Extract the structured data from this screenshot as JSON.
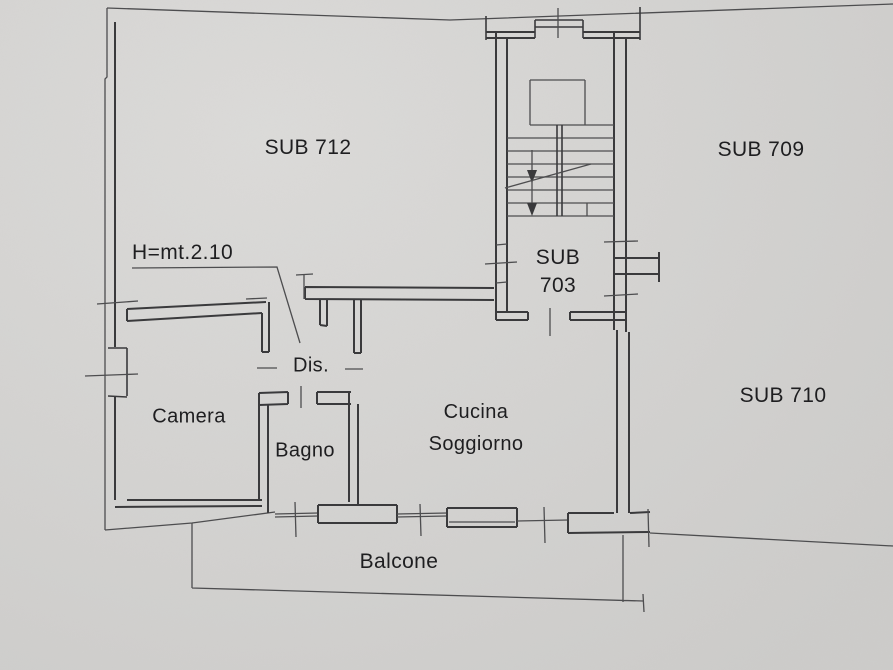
{
  "colors": {
    "paper": "#d8d7d5",
    "line": "#3a3a3c",
    "line_thin": "#4d4d4f",
    "text": "#1e1e20"
  },
  "labels": {
    "sub712": "SUB 712",
    "sub709": "SUB 709",
    "sub710": "SUB 710",
    "sub703_line1": "SUB",
    "sub703_line2": "703",
    "height_note": "H=mt.2.10",
    "camera": "Camera",
    "bagno": "Bagno",
    "dis": "Dis.",
    "cucina_line1": "Cucina",
    "cucina_line2": "Soggiorno",
    "balcone": "Balcone"
  }
}
